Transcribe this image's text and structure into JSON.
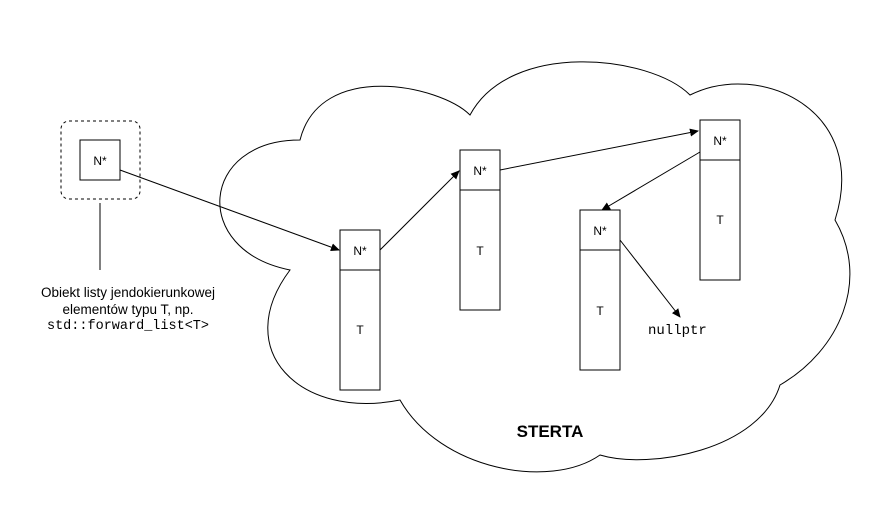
{
  "heap_label": "STERTA",
  "pointer_label": "N*",
  "value_label": "T",
  "null_label": "nullptr",
  "caption": {
    "line1": "Obiekt listy jendokierunkowej",
    "line2": "elementów typu T, np.",
    "line3": "std::forward_list<T>"
  },
  "nodes": [
    {
      "pointer": "N*",
      "value": "T"
    },
    {
      "pointer": "N*",
      "value": "T"
    },
    {
      "pointer": "N*",
      "value": "T"
    },
    {
      "pointer": "N*",
      "value": "T"
    }
  ]
}
